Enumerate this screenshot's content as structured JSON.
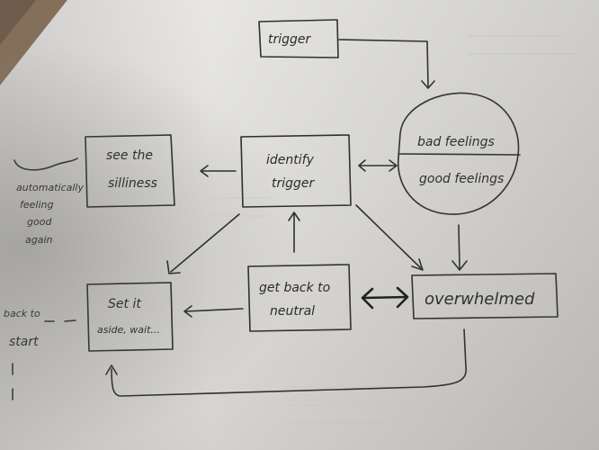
{
  "diagram": {
    "nodes": {
      "trigger": {
        "label": "trigger"
      },
      "see_silliness": {
        "line1": "see the",
        "line2": "silliness"
      },
      "identify_trigger": {
        "line1": "identify",
        "line2": "trigger"
      },
      "bad_feelings": {
        "label": "bad feelings"
      },
      "good_feelings": {
        "label": "good feelings"
      },
      "get_back_neutral": {
        "line1": "get back to",
        "line2": "neutral"
      },
      "overwhelmed": {
        "label": "overwhelmed"
      },
      "set_aside": {
        "line1": "Set it",
        "line2": "aside, wait..."
      },
      "auto_feeling_good": {
        "line1": "automatically",
        "line2": "feeling",
        "line3": "good",
        "line4": "again"
      },
      "back_to_start": {
        "line1": "back to",
        "line2": "start"
      }
    }
  }
}
